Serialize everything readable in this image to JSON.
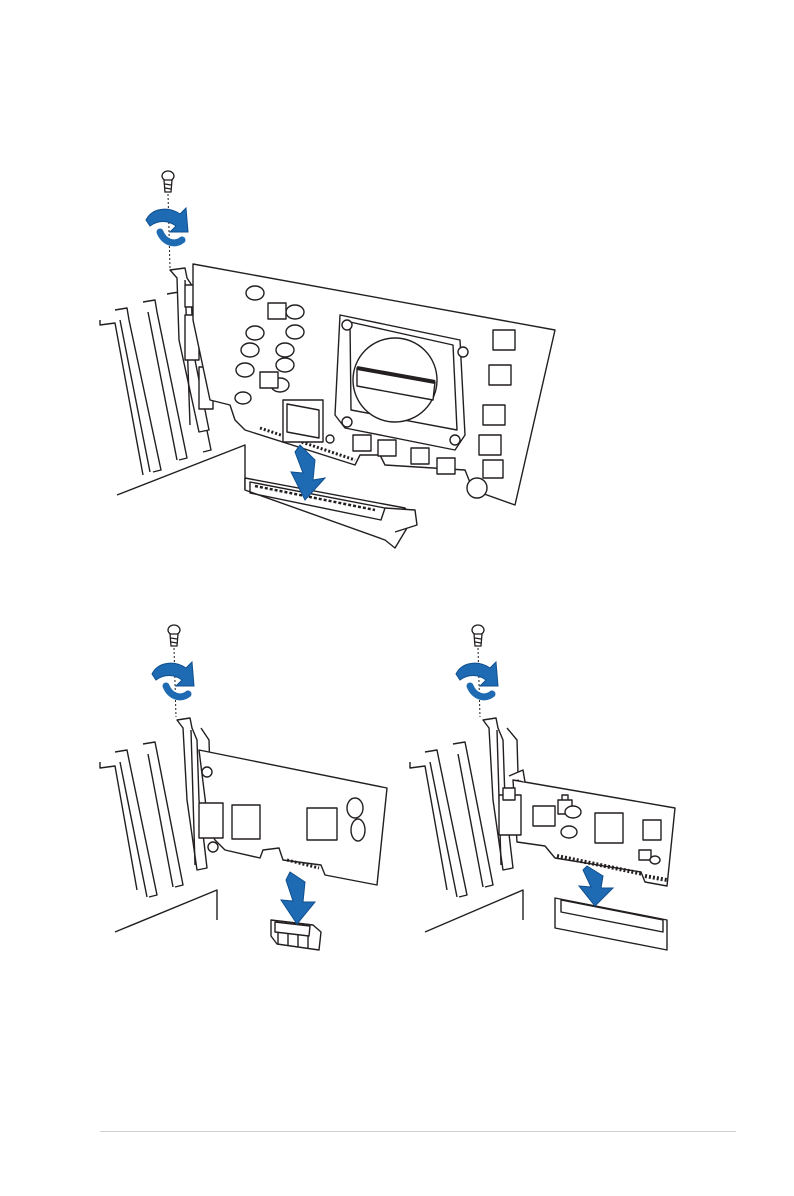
{
  "figures": [
    {
      "subject": "graphics-card-pcie-x16"
    },
    {
      "subject": "expansion-card-pcie-x1"
    },
    {
      "subject": "expansion-card-pci"
    }
  ],
  "colors": {
    "line": "#231f20",
    "arrow": "#1f6bb3",
    "arrow_dark": "#0f4f8f",
    "bracket_fill": "#ffffff",
    "screw_fill": "#ffffff"
  },
  "icons": [
    "screw-icon",
    "rotate-arrow-icon",
    "insert-arrow-icon"
  ]
}
